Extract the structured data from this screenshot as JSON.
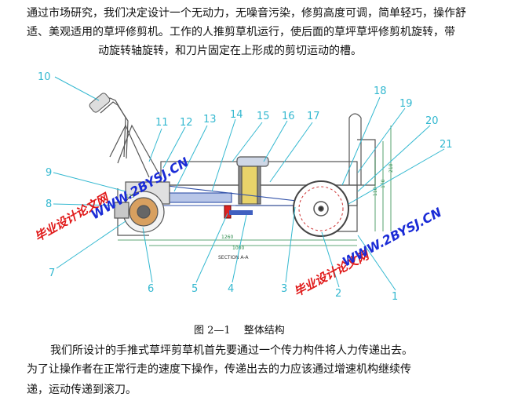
{
  "text": {
    "intro_line1": "通过市场研究，我们决定设计一个无动力，无噪音污染，修剪高度可调，简单轻巧，操作舒",
    "intro_line2": "适、美观适用的草坪修剪机。工作的人推剪草机运行，使后面的草坪草坪修剪机旋转，带",
    "intro_line3": "动旋转轴旋转，和刀片固定在上形成的剪切运动的槽。",
    "caption": "图 2—1　 整体结构",
    "para_line1": "我们所设计的手推式草坪剪草机首先要通过一个传力构件将人力传递出去。",
    "para_line2": "为了让操作者在正常行走的速度下操作，传递出去的力应该通过增速机构继续传",
    "para_line3": "递，运动传递到滚刀。"
  },
  "figure": {
    "part_numbers": [
      "10",
      "11",
      "12",
      "13",
      "14",
      "15",
      "16",
      "17",
      "18",
      "19",
      "20",
      "21",
      "9",
      "8",
      "7",
      "6",
      "5",
      "4",
      "3",
      "2",
      "1"
    ],
    "section_label": "SECTION A-A",
    "dim_labels": [
      "1260",
      "1000",
      "110",
      "170",
      "210",
      "125"
    ],
    "watermark": "WWW.2BYSJ.CN",
    "watermark_cn": "毕业设计论文网"
  },
  "colors": {
    "callout": "#33b8d0",
    "drawing": "#555555",
    "dims": "#2a8a4a",
    "watermark": "#1a2bd6",
    "seal": "#e01818"
  }
}
